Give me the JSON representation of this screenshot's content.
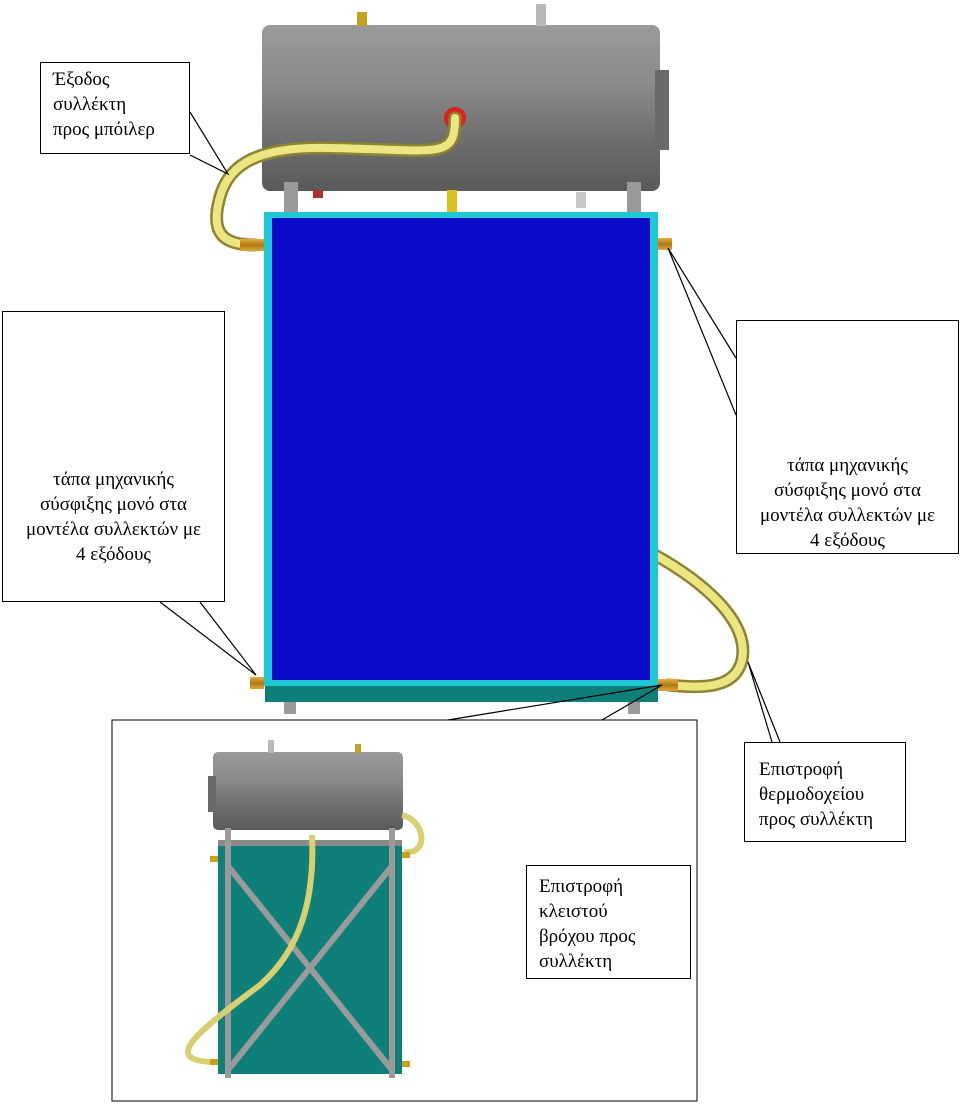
{
  "labels": {
    "collector_outlet": "Έξοδος\nσυλλέκτη\nπρος μπόιλερ",
    "plug_left": "τάπα μηχανικής\nσύσφιξης μονό στα\nμοντέλα συλλεκτών με\n4 εξόδους",
    "plug_right": "τάπα μηχανικής\nσύσφιξης μονό στα\nμοντέλα συλλεκτών με\n4 εξόδους",
    "tank_return": "Επιστροφή\nθερμοδοχείου\nπρος συλλέκτη",
    "closed_loop_return": "Επιστροφή\nκλειστού\nβρόχου προς\nσυλλέκτη"
  },
  "colors": {
    "collector_glass": "#0a0ac8",
    "collector_frame": "#1ec8d2",
    "collector_back": "#0f7f7a",
    "tank_gray": "#7c7c7c",
    "hose_yellow": "#e8e07a",
    "fitting_brass": "#c8901e",
    "outline": "#000000"
  }
}
